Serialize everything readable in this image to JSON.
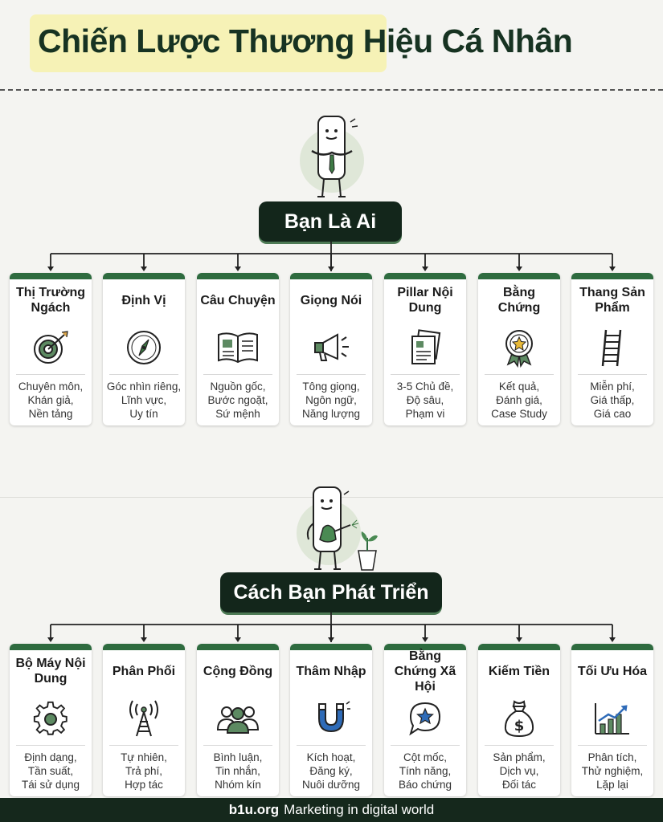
{
  "title": "Chiến Lược Thương Hiệu Cá Nhân",
  "section1": {
    "hub": "Bạn Là Ai",
    "cards": [
      {
        "title": "Thị Trường Ngách",
        "icon": "target-icon",
        "lines": [
          "Chuyên môn,",
          "Khán giả,",
          "Nền tảng"
        ]
      },
      {
        "title": "Định Vị",
        "icon": "compass-icon",
        "lines": [
          "Góc nhìn riêng,",
          "Lĩnh vực,",
          "Uy tín"
        ]
      },
      {
        "title": "Câu Chuyện",
        "icon": "open-book-icon",
        "lines": [
          "Nguồn gốc,",
          "Bước ngoặt,",
          "Sứ mệnh"
        ]
      },
      {
        "title": "Giọng Nói",
        "icon": "megaphone-icon",
        "lines": [
          "Tông giọng,",
          "Ngôn ngữ,",
          "Năng lượng"
        ]
      },
      {
        "title": "Pillar Nội Dung",
        "icon": "documents-icon",
        "lines": [
          "3-5 Chủ đề,",
          "Độ sâu,",
          "Phạm vi"
        ]
      },
      {
        "title": "Bằng Chứng",
        "icon": "award-ribbon-icon",
        "lines": [
          "Kết quả,",
          "Đánh giá,",
          "Case Study"
        ]
      },
      {
        "title": "Thang Sản Phẩm",
        "icon": "ladder-icon",
        "lines": [
          "Miễn phí,",
          "Giá thấp,",
          "Giá cao"
        ]
      }
    ]
  },
  "section2": {
    "hub": "Cách Bạn Phát Triển",
    "cards": [
      {
        "title": "Bộ Máy Nội Dung",
        "icon": "gear-icon",
        "lines": [
          "Định dạng,",
          "Tần suất,",
          "Tái sử dụng"
        ]
      },
      {
        "title": "Phân Phối",
        "icon": "broadcast-tower-icon",
        "lines": [
          "Tự nhiên,",
          "Trả phí,",
          "Hợp tác"
        ]
      },
      {
        "title": "Cộng Đồng",
        "icon": "people-group-icon",
        "lines": [
          "Bình luận,",
          "Tin nhắn,",
          "Nhóm kín"
        ]
      },
      {
        "title": "Thâm Nhập",
        "icon": "magnet-icon",
        "lines": [
          "Kích hoạt,",
          "Đăng ký,",
          "Nuôi dưỡng"
        ]
      },
      {
        "title": "Bằng Chứng Xã Hội",
        "icon": "star-chat-icon",
        "lines": [
          "Cột mốc,",
          "Tính năng,",
          "Báo chứng"
        ]
      },
      {
        "title": "Kiếm Tiền",
        "icon": "money-bag-icon",
        "lines": [
          "Sản phẩm,",
          "Dịch vụ,",
          "Đối tác"
        ]
      },
      {
        "title": "Tối Ưu Hóa",
        "icon": "growth-chart-icon",
        "lines": [
          "Phân tích,",
          "Thử nghiệm,",
          "Lặp lại"
        ]
      }
    ]
  },
  "footer": {
    "site": "b1u.org",
    "tagline": "Marketing in digital world"
  },
  "colors": {
    "accent": "#2e6b3f",
    "dark": "#13261b",
    "highlight": "#f6f2b6"
  }
}
